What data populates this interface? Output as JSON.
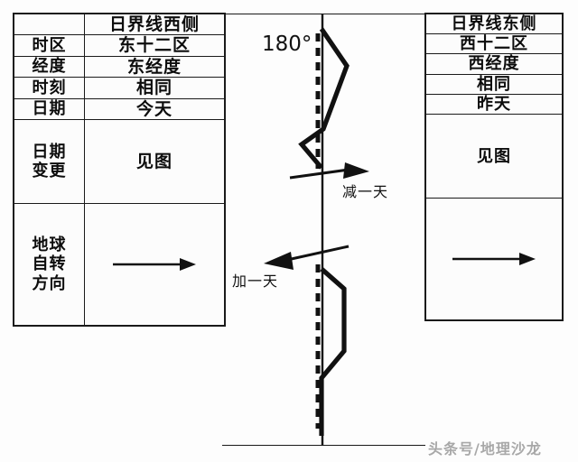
{
  "figure": {
    "type": "diagram",
    "subject": "International Date Line (180° meridian) comparison table",
    "watermark": "头条号/地理沙龙"
  },
  "left_table": {
    "header_label": "",
    "header_value": "日界线西侧",
    "rows": [
      {
        "label": "时区",
        "value": "东十二区"
      },
      {
        "label": "经度",
        "value": "东经度"
      },
      {
        "label": "时刻",
        "value": "相同"
      },
      {
        "label": "日期",
        "value": "今天"
      },
      {
        "label": "日期\n变更",
        "label_line1": "日期",
        "label_line2": "变更",
        "value": "见图"
      },
      {
        "label": "地球\n自转\n方向",
        "label_line1": "地球",
        "label_line2": "自转",
        "label_line3": "方向",
        "value": "",
        "value_icon": "right-arrow-icon"
      }
    ]
  },
  "right_table": {
    "header_value": "日界线东侧",
    "rows": [
      {
        "value": "西十二区"
      },
      {
        "value": "西经度"
      },
      {
        "value": "相同"
      },
      {
        "value": "昨天"
      },
      {
        "value": "见图"
      },
      {
        "value": "",
        "value_icon": "right-arrow-icon"
      }
    ]
  },
  "diagram": {
    "meridian_label": "180°",
    "meridian_label_icon": "degree-symbol",
    "solid_line_name": "international-date-line",
    "dashed_line_name": "180-meridian-dashed",
    "flow_labels": [
      {
        "id": "minus",
        "text": "减一天",
        "arrow": "right-arrow-icon"
      },
      {
        "id": "plus",
        "text": "加一天",
        "arrow": "left-arrow-icon"
      }
    ]
  },
  "colors": {
    "ink": "#111111",
    "border": "#1a1a1a",
    "paper": "#fdfdfd",
    "watermark": "#9a9a9a"
  }
}
